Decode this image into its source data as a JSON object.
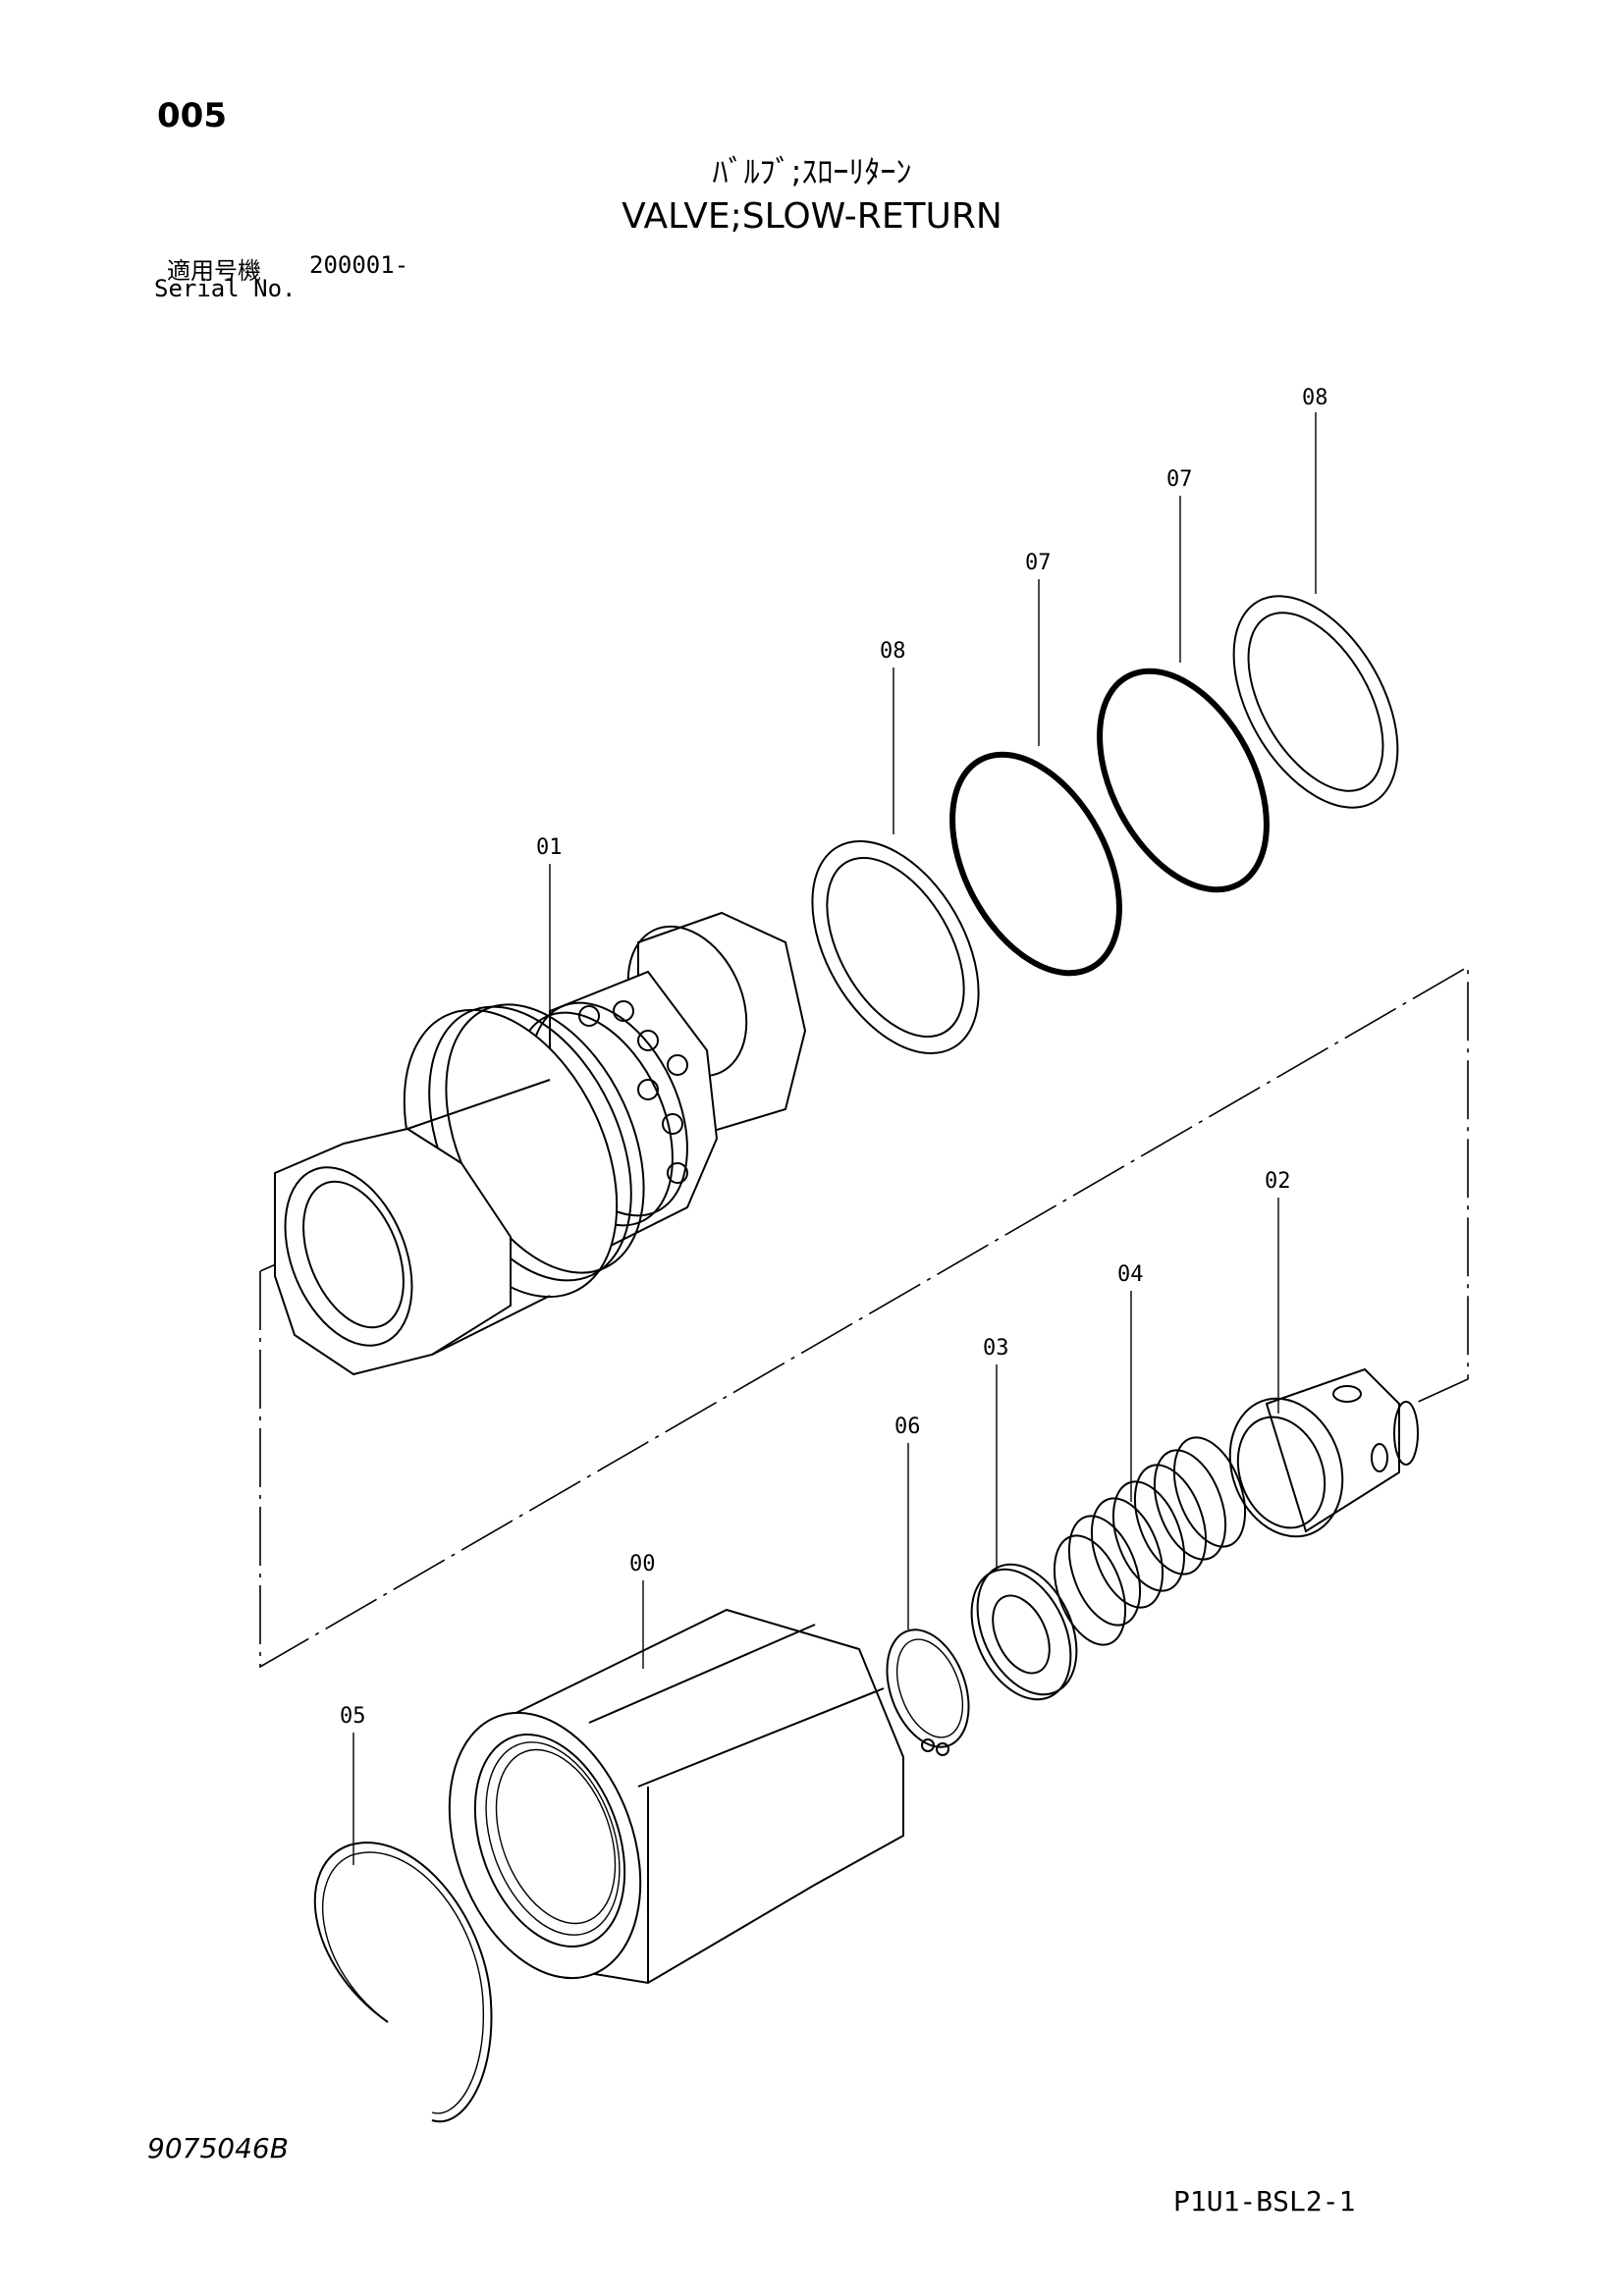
{
  "header": {
    "page_number": "005",
    "title_japanese": "ﾊﾞﾙﾌﾞ;ｽﾛｰﾘﾀｰﾝ",
    "title_english": "VALVE;SLOW-RETURN",
    "serial_label_japanese": "適用号機",
    "serial_value": "200001-",
    "serial_label_english": "Serial No."
  },
  "footer": {
    "drawing_number": "9075046B",
    "page_code": "P1U1-BSL2-1"
  },
  "parts": [
    {
      "id": "part-08-upper",
      "label": "08"
    },
    {
      "id": "part-07-upper",
      "label": "07"
    },
    {
      "id": "part-07-lower",
      "label": "07"
    },
    {
      "id": "part-08-lower",
      "label": "08"
    },
    {
      "id": "part-01",
      "label": "01"
    },
    {
      "id": "part-02",
      "label": "02"
    },
    {
      "id": "part-04",
      "label": "04"
    },
    {
      "id": "part-03",
      "label": "03"
    },
    {
      "id": "part-06",
      "label": "06"
    },
    {
      "id": "part-00",
      "label": "00"
    },
    {
      "id": "part-05",
      "label": "05"
    }
  ]
}
